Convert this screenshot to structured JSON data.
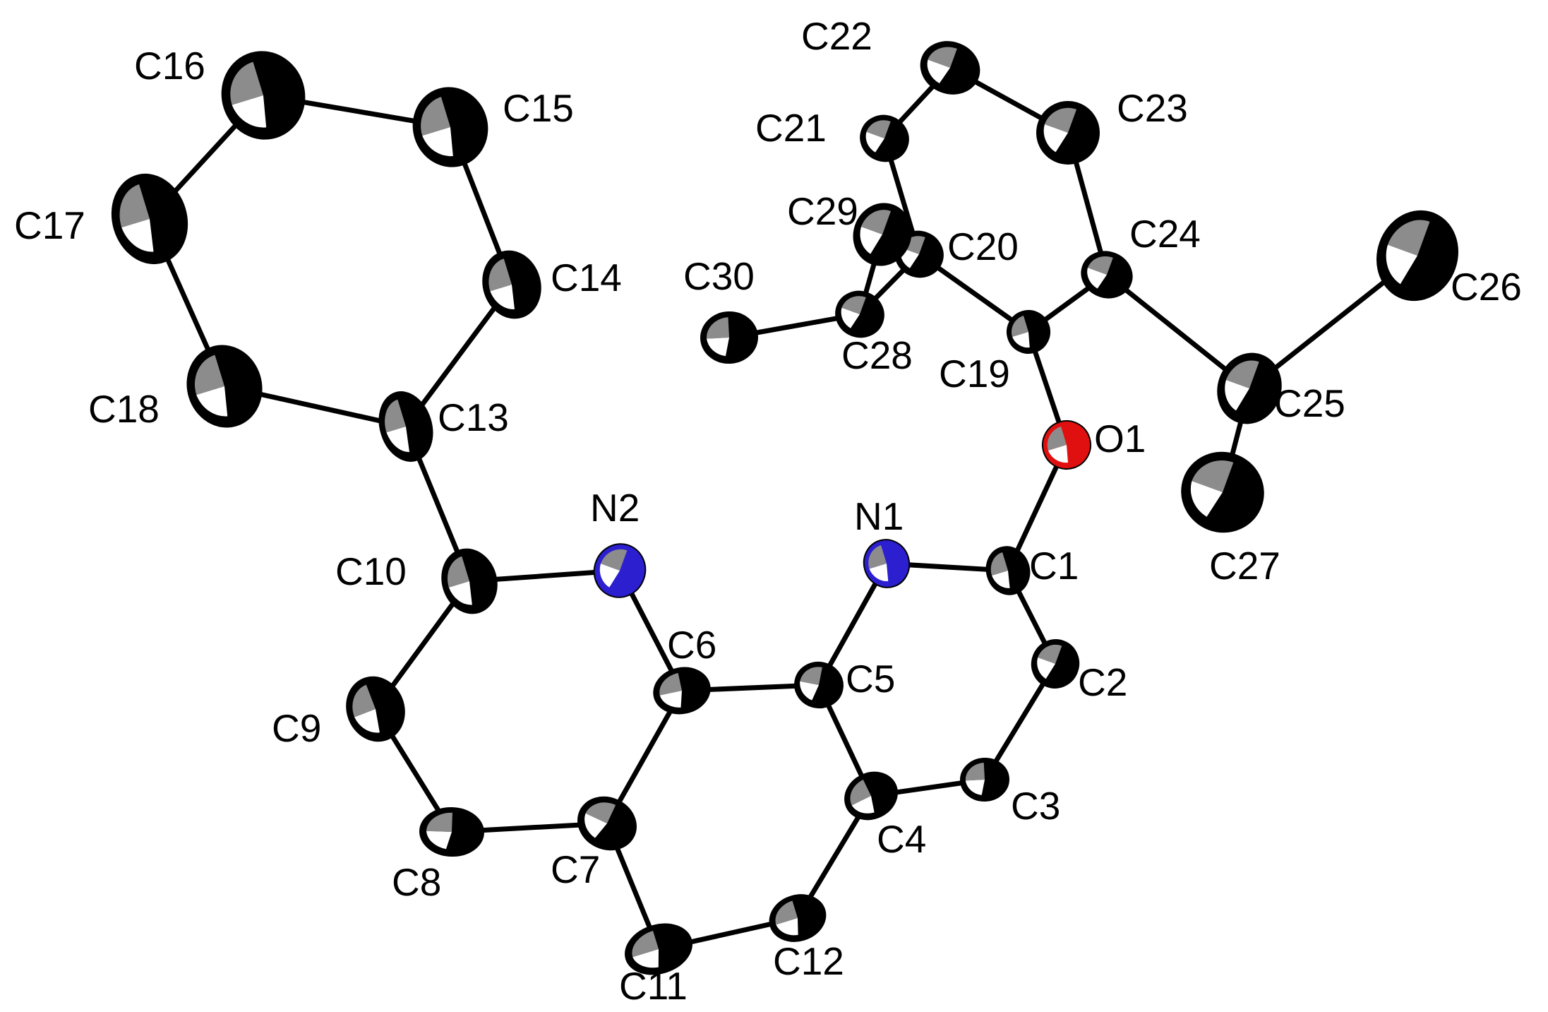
{
  "atoms": [
    {
      "id": "C1",
      "label": "C1",
      "element": "C"
    },
    {
      "id": "C2",
      "label": "C2",
      "element": "C"
    },
    {
      "id": "C3",
      "label": "C3",
      "element": "C"
    },
    {
      "id": "C4",
      "label": "C4",
      "element": "C"
    },
    {
      "id": "C5",
      "label": "C5",
      "element": "C"
    },
    {
      "id": "C6",
      "label": "C6",
      "element": "C"
    },
    {
      "id": "C7",
      "label": "C7",
      "element": "C"
    },
    {
      "id": "C8",
      "label": "C8",
      "element": "C"
    },
    {
      "id": "C9",
      "label": "C9",
      "element": "C"
    },
    {
      "id": "C10",
      "label": "C10",
      "element": "C"
    },
    {
      "id": "C11",
      "label": "C11",
      "element": "C"
    },
    {
      "id": "C12",
      "label": "C12",
      "element": "C"
    },
    {
      "id": "C13",
      "label": "C13",
      "element": "C"
    },
    {
      "id": "C14",
      "label": "C14",
      "element": "C"
    },
    {
      "id": "C15",
      "label": "C15",
      "element": "C"
    },
    {
      "id": "C16",
      "label": "C16",
      "element": "C"
    },
    {
      "id": "C17",
      "label": "C17",
      "element": "C"
    },
    {
      "id": "C18",
      "label": "C18",
      "element": "C"
    },
    {
      "id": "C19",
      "label": "C19",
      "element": "C"
    },
    {
      "id": "C20",
      "label": "C20",
      "element": "C"
    },
    {
      "id": "C21",
      "label": "C21",
      "element": "C"
    },
    {
      "id": "C22",
      "label": "C22",
      "element": "C"
    },
    {
      "id": "C23",
      "label": "C23",
      "element": "C"
    },
    {
      "id": "C24",
      "label": "C24",
      "element": "C"
    },
    {
      "id": "C25",
      "label": "C25",
      "element": "C"
    },
    {
      "id": "C26",
      "label": "C26",
      "element": "C"
    },
    {
      "id": "C27",
      "label": "C27",
      "element": "C"
    },
    {
      "id": "C28",
      "label": "C28",
      "element": "C"
    },
    {
      "id": "C29",
      "label": "C29",
      "element": "C"
    },
    {
      "id": "C30",
      "label": "C30",
      "element": "C"
    },
    {
      "id": "N1",
      "label": "N1",
      "element": "N"
    },
    {
      "id": "N2",
      "label": "N2",
      "element": "N"
    },
    {
      "id": "O1",
      "label": "O1",
      "element": "O"
    }
  ],
  "bonds": [
    [
      "C1",
      "N1"
    ],
    [
      "C1",
      "C2"
    ],
    [
      "C2",
      "C3"
    ],
    [
      "C3",
      "C4"
    ],
    [
      "C4",
      "C5"
    ],
    [
      "C5",
      "N1"
    ],
    [
      "C5",
      "C6"
    ],
    [
      "C6",
      "N2"
    ],
    [
      "C6",
      "C7"
    ],
    [
      "C7",
      "C8"
    ],
    [
      "C8",
      "C9"
    ],
    [
      "C9",
      "C10"
    ],
    [
      "C10",
      "N2"
    ],
    [
      "C7",
      "C11"
    ],
    [
      "C11",
      "C12"
    ],
    [
      "C12",
      "C4"
    ],
    [
      "C1",
      "O1"
    ],
    [
      "O1",
      "C19"
    ],
    [
      "C10",
      "C13"
    ],
    [
      "C13",
      "C14"
    ],
    [
      "C14",
      "C15"
    ],
    [
      "C15",
      "C16"
    ],
    [
      "C16",
      "C17"
    ],
    [
      "C17",
      "C18"
    ],
    [
      "C18",
      "C13"
    ],
    [
      "C19",
      "C20"
    ],
    [
      "C20",
      "C21"
    ],
    [
      "C21",
      "C22"
    ],
    [
      "C22",
      "C23"
    ],
    [
      "C23",
      "C24"
    ],
    [
      "C24",
      "C19"
    ],
    [
      "C24",
      "C25"
    ],
    [
      "C25",
      "C26"
    ],
    [
      "C25",
      "C27"
    ],
    [
      "C20",
      "C28"
    ],
    [
      "C28",
      "C29"
    ],
    [
      "C28",
      "C30"
    ]
  ],
  "colors": {
    "carbon": "#000000",
    "nitrogen": "#2b1fd0",
    "oxygen": "#e01010",
    "bond": "#000000",
    "highlight": "#ffffff",
    "shade": "#8c8c8c"
  }
}
